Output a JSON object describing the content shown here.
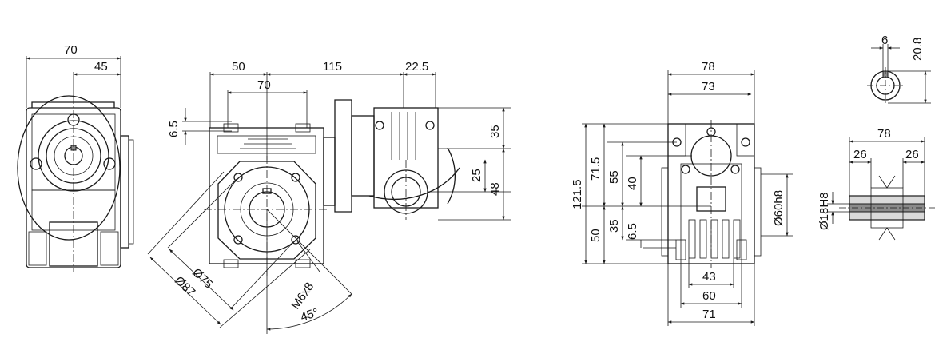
{
  "drawing": {
    "background": "#ffffff",
    "line_color": "#1a1a1a",
    "views": {
      "side_view": {
        "dims": [
          "70",
          "45"
        ]
      },
      "front_view": {
        "dims": [
          "50",
          "115",
          "22.5",
          "70",
          "6.5",
          "35",
          "25",
          "48",
          "Ø75",
          "Ø87",
          "M6x8",
          "45°"
        ]
      },
      "right_view": {
        "dims": [
          "78",
          "73",
          "121.5",
          "71.5",
          "55",
          "40",
          "50",
          "35",
          "6.5",
          "Ø60h8",
          "43",
          "60",
          "71"
        ]
      },
      "shaft_detail": {
        "dims": [
          "6",
          "20.8"
        ]
      },
      "output_shaft": {
        "dims": [
          "78",
          "26",
          "26",
          "Ø18H8"
        ]
      }
    }
  }
}
